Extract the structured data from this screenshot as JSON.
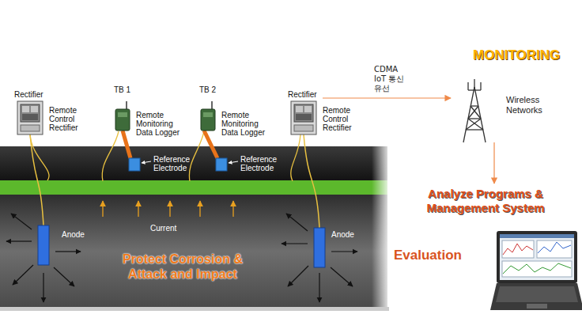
{
  "diagram": {
    "nodes": [
      {
        "text": [
          "Rectifier",
          "Remote Control Rectifier"
        ]
      },
      {
        "text": [
          "TB 1",
          "Remote Monitoring Data Logger"
        ]
      },
      {
        "text": [
          "Reference Electrode"
        ]
      },
      {
        "text": [
          "TB 2",
          "Remote Monitoring Data Logger"
        ]
      },
      {
        "text": [
          "Reference Electrode"
        ]
      },
      {
        "text": [
          "Rectifier",
          "Remote Control Rectifier"
        ]
      },
      {
        "text": [
          "Anode"
        ]
      },
      {
        "text": [
          "Anode"
        ]
      },
      {
        "text": [
          "Wireless Networks"
        ]
      },
      {
        "text": [
          "Analyze Programs & Management System"
        ]
      }
    ],
    "edges": [
      {
        "from": 0,
        "to": 6,
        "arrow": "none"
      },
      {
        "from": 1,
        "to": 2,
        "arrow": "none"
      },
      {
        "from": 3,
        "to": 4,
        "arrow": "none"
      },
      {
        "from": 5,
        "to": 7,
        "arrow": "none"
      },
      {
        "from": 5,
        "to": 8,
        "arrow": "to",
        "label": "CDMA IoT 통신 유선"
      },
      {
        "from": 8,
        "to": 9,
        "arrow": "to"
      }
    ],
    "labels": [
      "MONITORING",
      "Current",
      "Protect Corrosion & Attack and Impact",
      "Evaluation"
    ]
  }
}
